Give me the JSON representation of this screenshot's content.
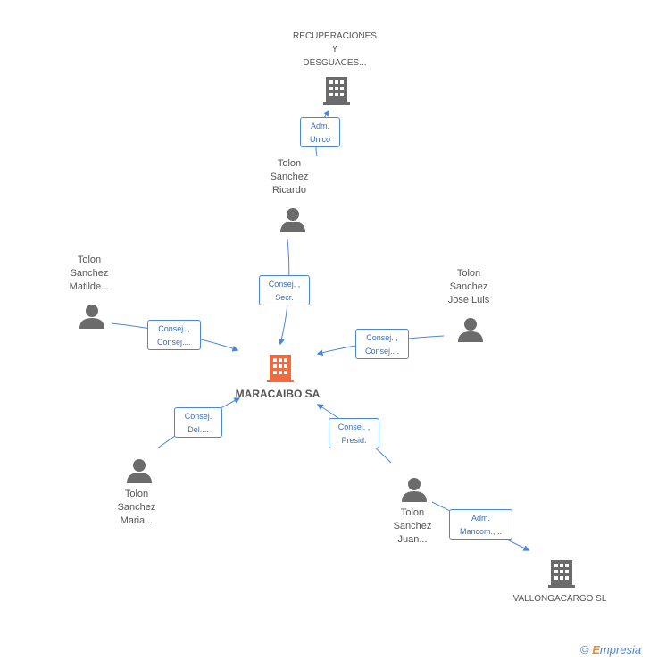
{
  "nodes": {
    "center": {
      "name": "MARACAIBO SA",
      "kind": "company-highlight"
    },
    "recuperaciones": {
      "lines": [
        "RECUPERACIONES",
        "Y",
        "DESGUACES..."
      ],
      "kind": "company"
    },
    "ricardo": {
      "lines": [
        "Tolon",
        "Sanchez",
        "Ricardo"
      ],
      "kind": "person"
    },
    "matilde": {
      "lines": [
        "Tolon",
        "Sanchez",
        "Matilde..."
      ],
      "kind": "person"
    },
    "joseluis": {
      "lines": [
        "Tolon",
        "Sanchez",
        "Jose Luis"
      ],
      "kind": "person"
    },
    "maria": {
      "lines": [
        "Tolon",
        "Sanchez",
        "Maria..."
      ],
      "kind": "person"
    },
    "juan": {
      "lines": [
        "Tolon",
        "Sanchez",
        "Juan..."
      ],
      "kind": "person"
    },
    "vallongacargo": {
      "lines": [
        "VALLONGACARGO SL"
      ],
      "kind": "company"
    }
  },
  "relations": {
    "adm_unico": [
      "Adm.",
      "Unico"
    ],
    "ricardo_center": [
      "Consej. ,",
      "Secr."
    ],
    "matilde_center": [
      "Consej. ,",
      "Consej...."
    ],
    "joseluis_center": [
      "Consej. ,",
      "Consej...."
    ],
    "maria_center": [
      "Consej.",
      "Del...."
    ],
    "juan_center": [
      "Consej. ,",
      "Presid."
    ],
    "juan_vallonga": [
      "Adm.",
      "Mancom.,..."
    ]
  },
  "colors": {
    "edge": "#4a86d8",
    "person": "#6b6b6b",
    "company": "#6b6b6b",
    "highlight": "#f26a3d"
  },
  "footer": {
    "copyright": "©",
    "brand_first": "E",
    "brand_rest": "mpresia"
  }
}
